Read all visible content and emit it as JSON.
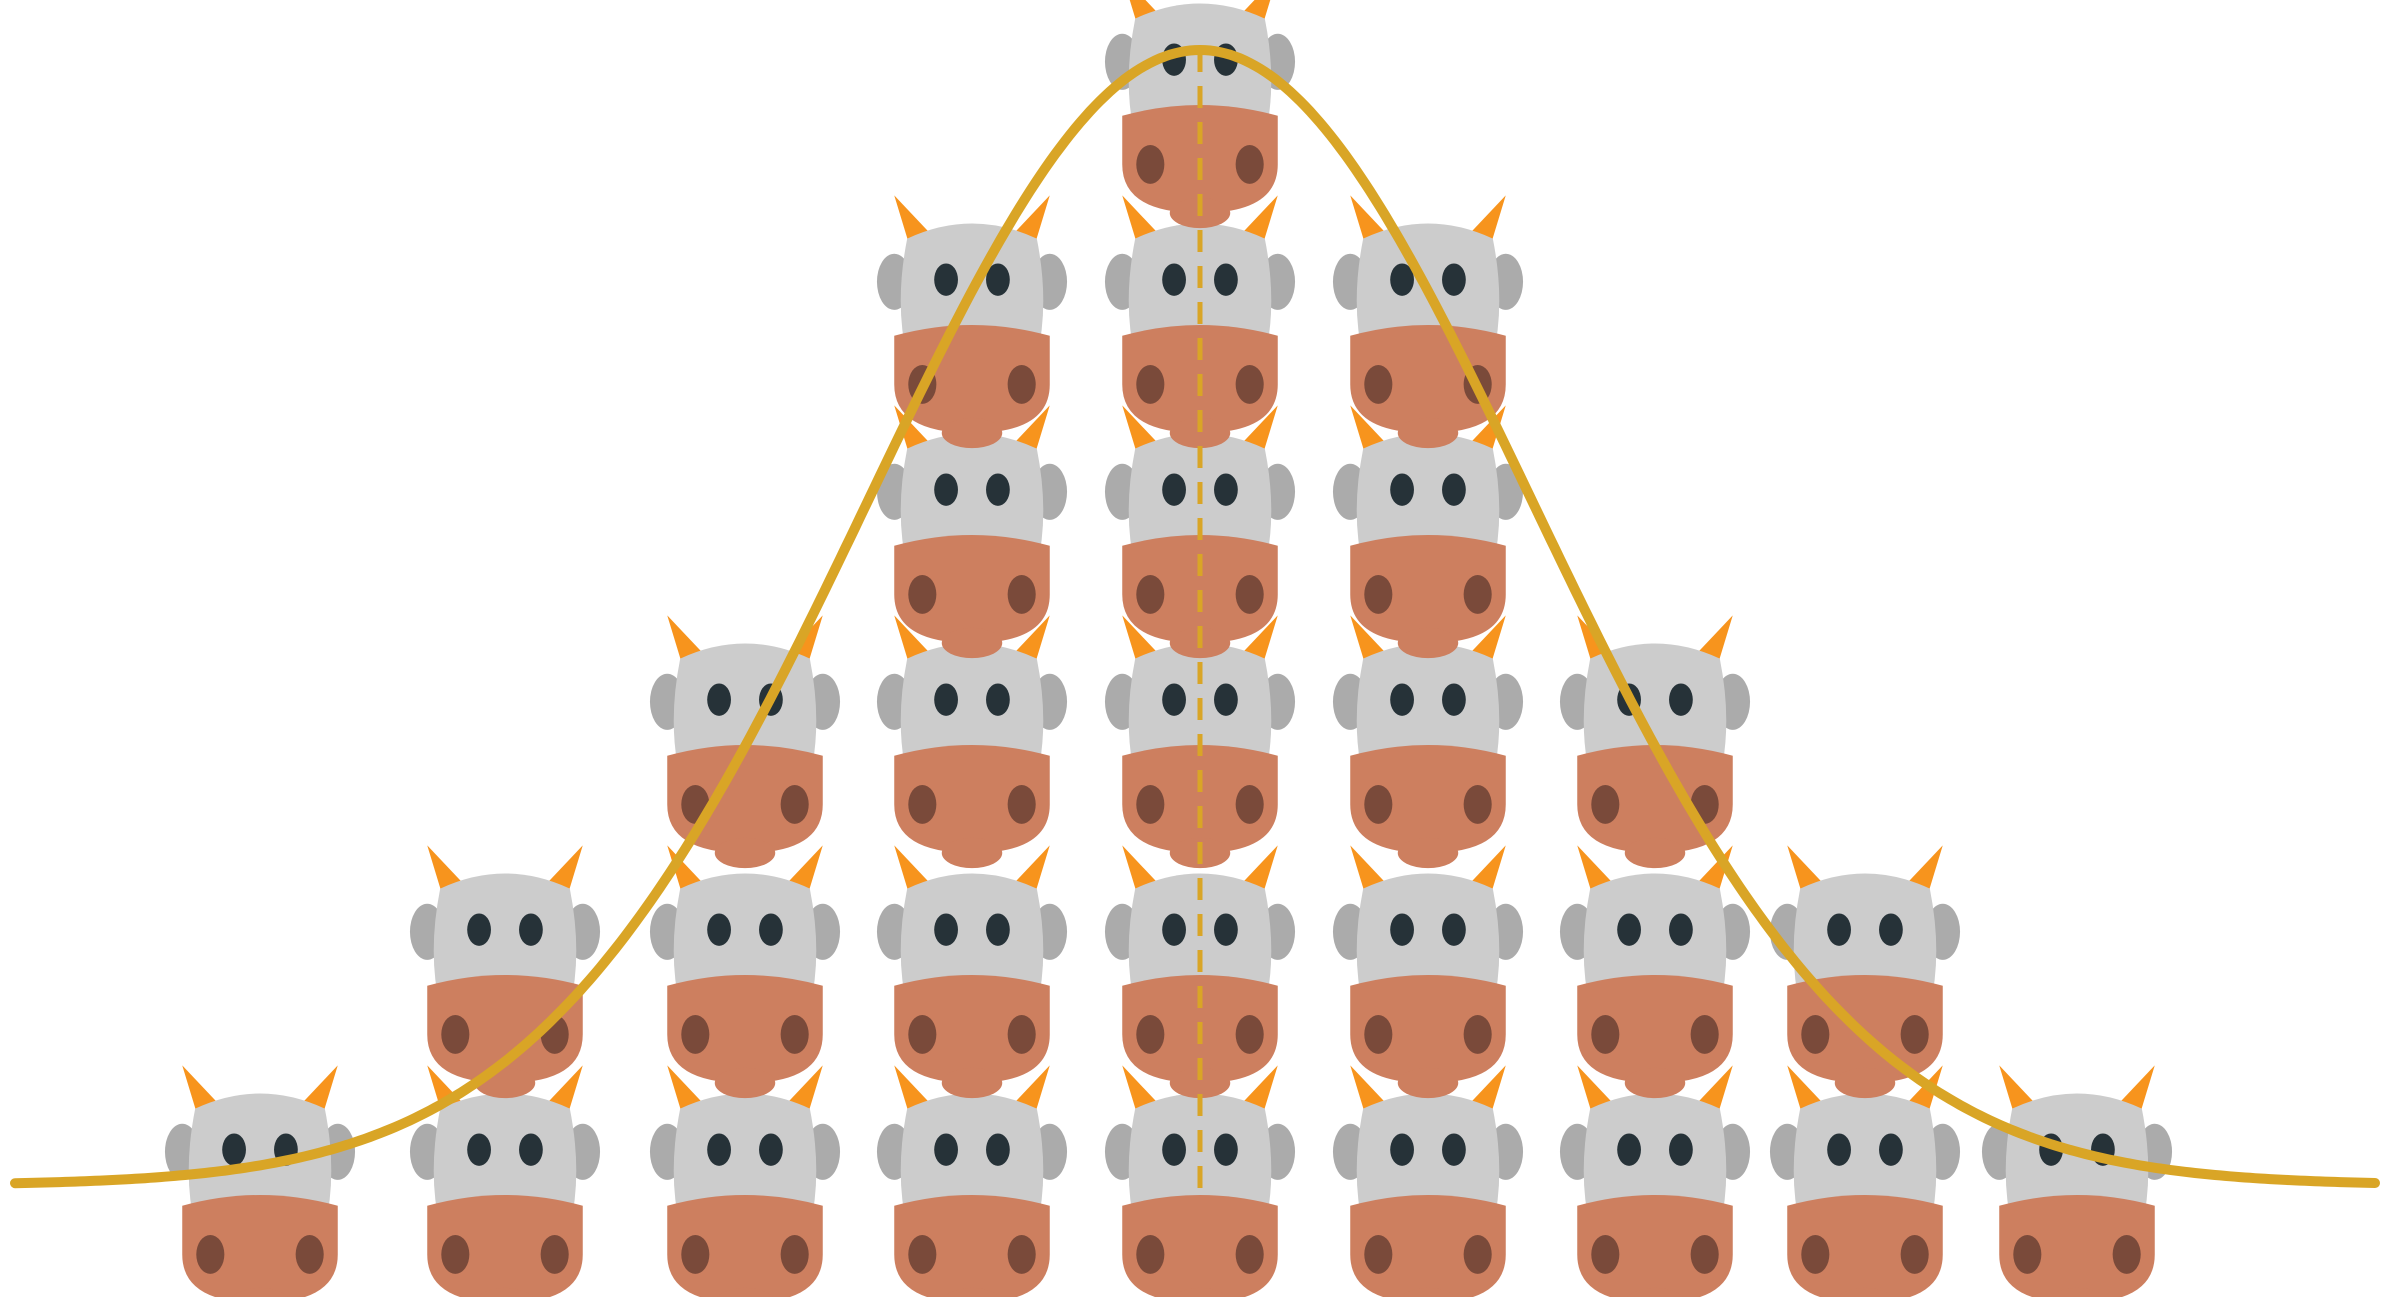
{
  "diagram": {
    "kind": "cow-histogram-with-normal-curve",
    "icon": "cow-face-icon",
    "curve": {
      "shape": "normal-distribution",
      "color": "#D9A526"
    },
    "mean_line": {
      "style": "dashed",
      "color": "#D9A526"
    },
    "colors": {
      "cow_face": "#CCCCCC",
      "cow_ears": "#ABABAB",
      "cow_horns": "#F7941D",
      "cow_eyes": "#263238",
      "cow_muzzle": "#CD7F5F",
      "cow_nostrils": "#7A4A3A"
    },
    "columns": [
      {
        "index": 0,
        "cows": 1
      },
      {
        "index": 1,
        "cows": 2
      },
      {
        "index": 2,
        "cows": 3
      },
      {
        "index": 3,
        "cows": 5
      },
      {
        "index": 4,
        "cows": 6
      },
      {
        "index": 5,
        "cows": 5
      },
      {
        "index": 6,
        "cows": 3
      },
      {
        "index": 7,
        "cows": 2
      },
      {
        "index": 8,
        "cows": 1
      }
    ]
  }
}
